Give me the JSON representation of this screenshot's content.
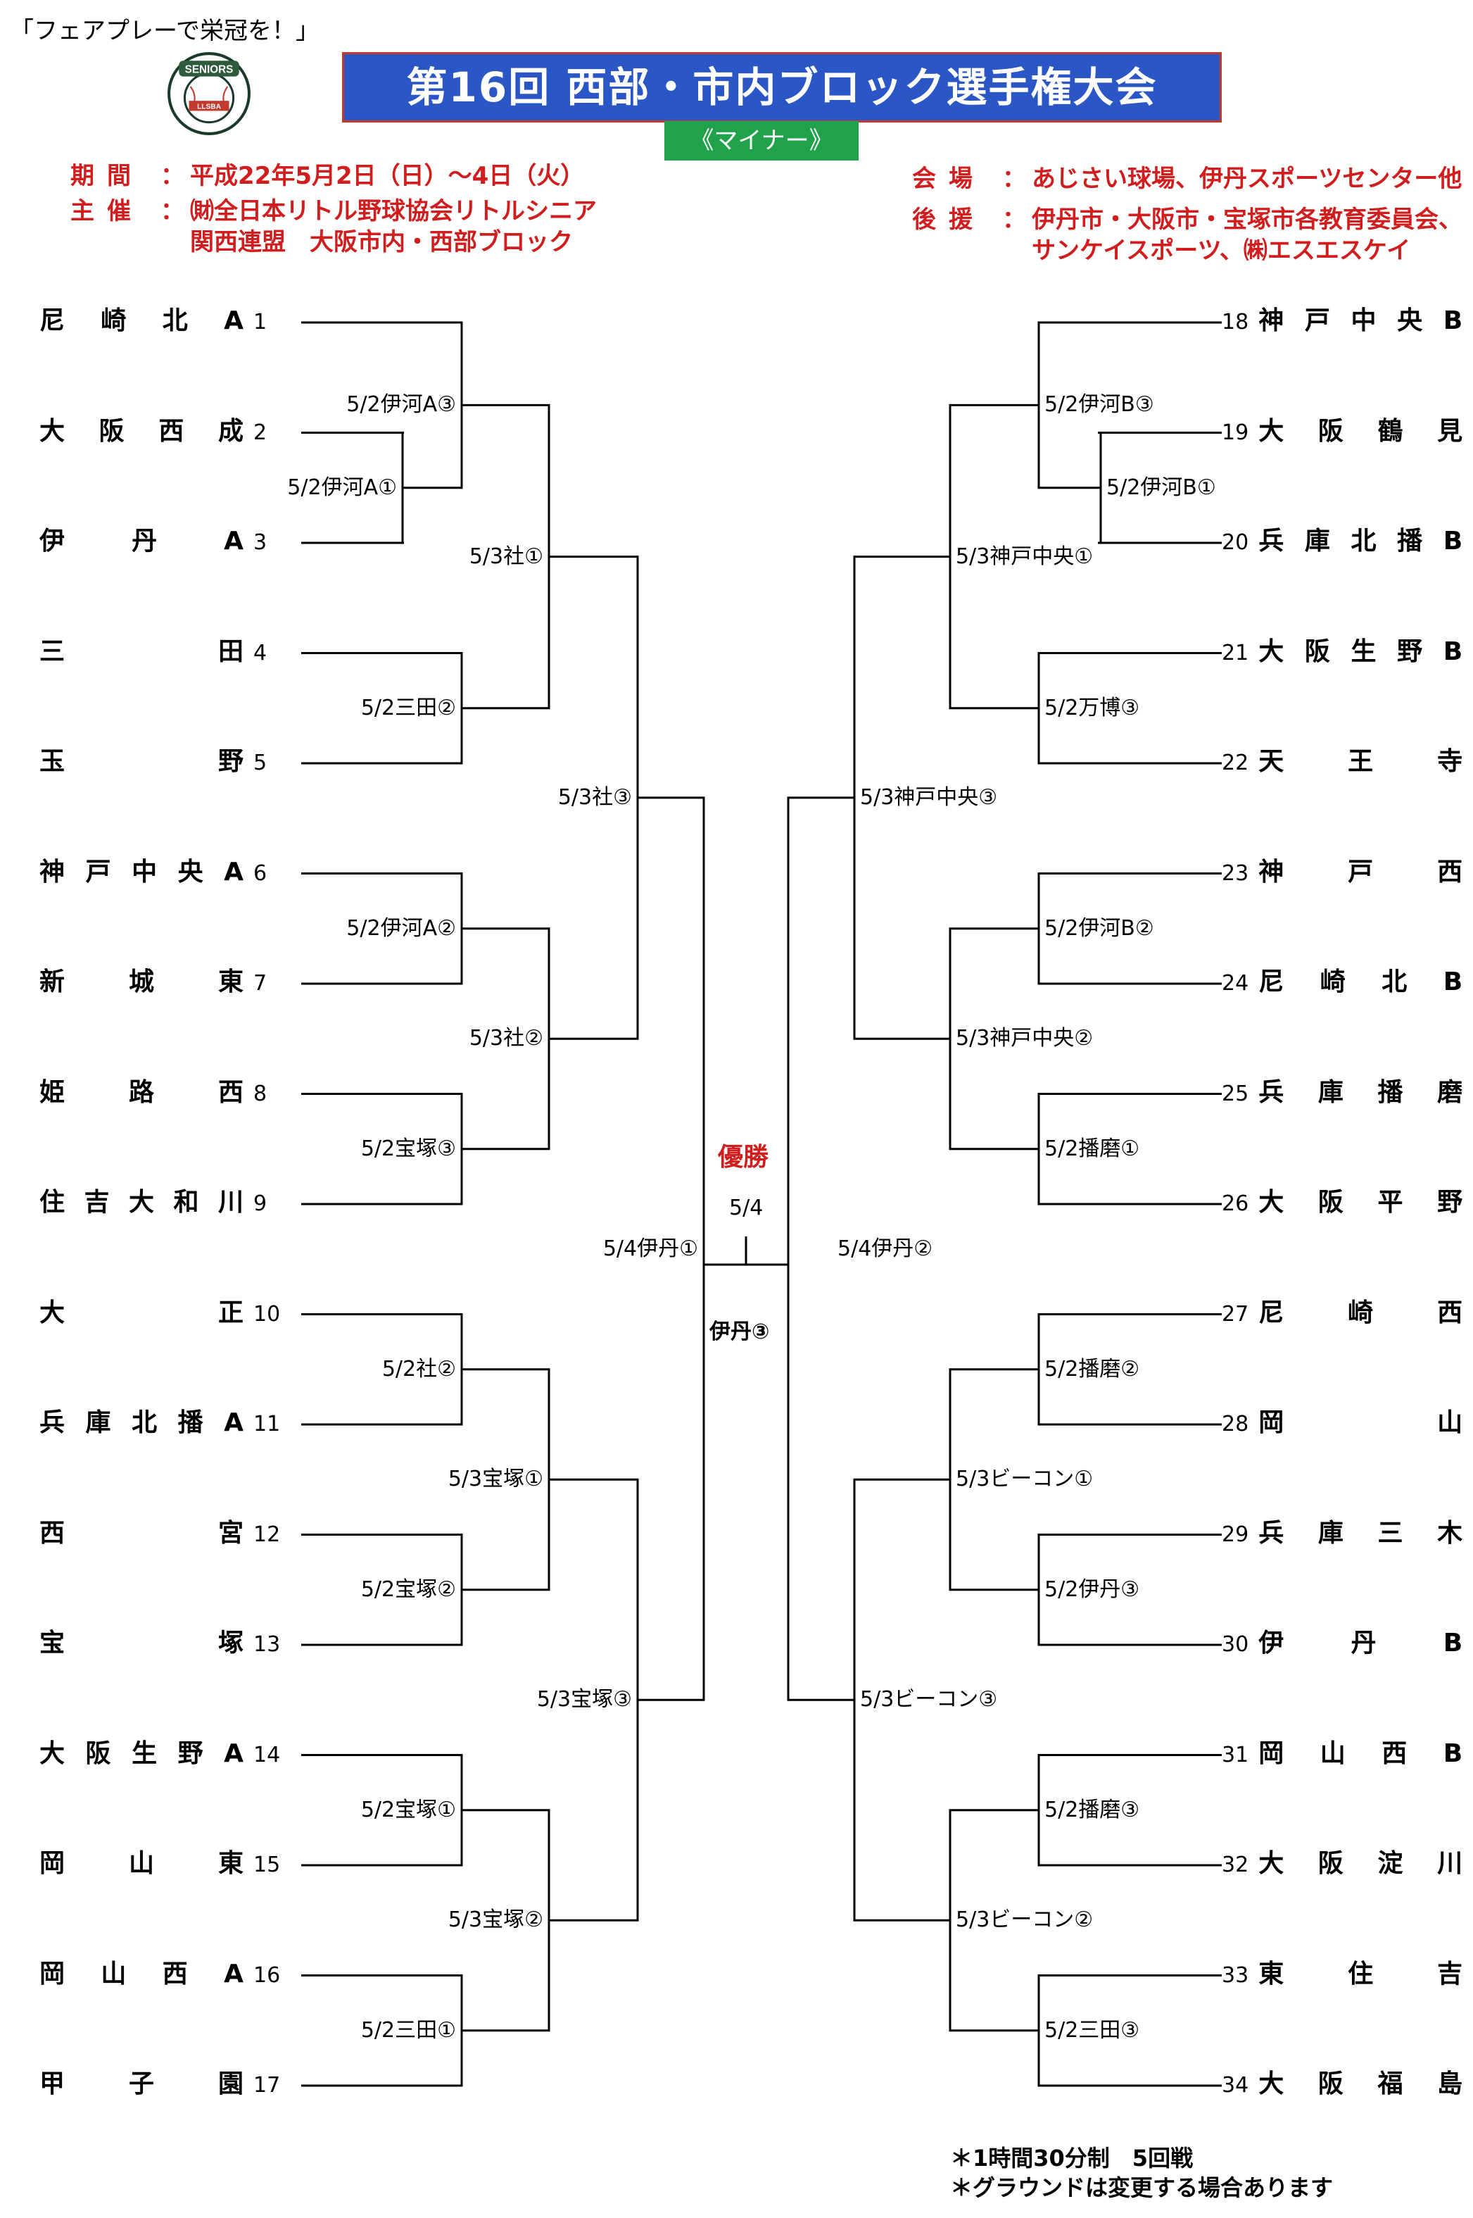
{
  "header": {
    "slogan": "「フェアプレーで栄冠を！」",
    "logo_text_top": "SENIORS",
    "logo_text_bottom": "LLSBA",
    "title": "第16回 西部・市内ブロック選手権大会",
    "subtitle": "《マイナー》"
  },
  "info": {
    "period_label": "期間",
    "period": "平成22年5月2日（日）～4日（火）",
    "host_label": "主催",
    "host_line1": "㈶全日本リトル野球協会リトルシニア",
    "host_line2": "関西連盟　大阪市内・西部ブロック",
    "venue_label": "会場",
    "venue": "あじさい球場、伊丹スポーツセンター他",
    "support_label": "後援",
    "support_line1": "伊丹市・大阪市・宝塚市各教育委員会、",
    "support_line2": "サンケイスポーツ、㈱エスエスケイ",
    "colon": "："
  },
  "teams_left": [
    {
      "num": "1",
      "chars": [
        "尼",
        "崎",
        "北",
        "A"
      ]
    },
    {
      "num": "2",
      "chars": [
        "大",
        "阪",
        "西",
        "成"
      ]
    },
    {
      "num": "3",
      "chars": [
        "伊",
        "丹",
        "A"
      ]
    },
    {
      "num": "4",
      "chars": [
        "三",
        "田"
      ]
    },
    {
      "num": "5",
      "chars": [
        "玉",
        "野"
      ]
    },
    {
      "num": "6",
      "chars": [
        "神",
        "戸",
        "中",
        "央",
        "A"
      ]
    },
    {
      "num": "7",
      "chars": [
        "新",
        "城",
        "東"
      ]
    },
    {
      "num": "8",
      "chars": [
        "姫",
        "路",
        "西"
      ]
    },
    {
      "num": "9",
      "chars": [
        "住",
        "吉",
        "大",
        "和",
        "川"
      ]
    },
    {
      "num": "10",
      "chars": [
        "大",
        "正"
      ]
    },
    {
      "num": "11",
      "chars": [
        "兵",
        "庫",
        "北",
        "播",
        "A"
      ]
    },
    {
      "num": "12",
      "chars": [
        "西",
        "宮"
      ]
    },
    {
      "num": "13",
      "chars": [
        "宝",
        "塚"
      ]
    },
    {
      "num": "14",
      "chars": [
        "大",
        "阪",
        "生",
        "野",
        "A"
      ]
    },
    {
      "num": "15",
      "chars": [
        "岡",
        "山",
        "東"
      ]
    },
    {
      "num": "16",
      "chars": [
        "岡",
        "山",
        "西",
        "A"
      ]
    },
    {
      "num": "17",
      "chars": [
        "甲",
        "子",
        "園"
      ]
    }
  ],
  "teams_right": [
    {
      "num": "18",
      "chars": [
        "神",
        "戸",
        "中",
        "央",
        "B"
      ]
    },
    {
      "num": "19",
      "chars": [
        "大",
        "阪",
        "鶴",
        "見"
      ]
    },
    {
      "num": "20",
      "chars": [
        "兵",
        "庫",
        "北",
        "播",
        "B"
      ]
    },
    {
      "num": "21",
      "chars": [
        "大",
        "阪",
        "生",
        "野",
        "B"
      ]
    },
    {
      "num": "22",
      "chars": [
        "天",
        "王",
        "寺"
      ]
    },
    {
      "num": "23",
      "chars": [
        "神",
        "戸",
        "西"
      ]
    },
    {
      "num": "24",
      "chars": [
        "尼",
        "崎",
        "北",
        "B"
      ]
    },
    {
      "num": "25",
      "chars": [
        "兵",
        "庫",
        "播",
        "磨"
      ]
    },
    {
      "num": "26",
      "chars": [
        "大",
        "阪",
        "平",
        "野"
      ]
    },
    {
      "num": "27",
      "chars": [
        "尼",
        "崎",
        "西"
      ]
    },
    {
      "num": "28",
      "chars": [
        "岡",
        "山"
      ]
    },
    {
      "num": "29",
      "chars": [
        "兵",
        "庫",
        "三",
        "木"
      ]
    },
    {
      "num": "30",
      "chars": [
        "伊",
        "丹",
        "B"
      ]
    },
    {
      "num": "31",
      "chars": [
        "岡",
        "山",
        "西",
        "B"
      ]
    },
    {
      "num": "32",
      "chars": [
        "大",
        "阪",
        "淀",
        "川"
      ]
    },
    {
      "num": "33",
      "chars": [
        "東",
        "住",
        "吉"
      ]
    },
    {
      "num": "34",
      "chars": [
        "大",
        "阪",
        "福",
        "島"
      ]
    }
  ],
  "games_left": [
    "5/2伊河A③",
    "5/2伊河A①",
    "5/3社①",
    "5/2三田②",
    "5/3社③",
    "5/2伊河A②",
    "5/3社②",
    "5/2宝塚③",
    "5/4伊丹①",
    "5/2社②",
    "5/3宝塚①",
    "5/2宝塚②",
    "5/3宝塚③",
    "5/2宝塚①",
    "5/3宝塚②",
    "5/2三田①"
  ],
  "games_right": [
    "5/2伊河B③",
    "5/2伊河B①",
    "5/3神戸中央①",
    "5/2万博③",
    "5/3神戸中央③",
    "5/2伊河B②",
    "5/3神戸中央②",
    "5/2播磨①",
    "5/4伊丹②",
    "5/2播磨②",
    "5/3ビーコン①",
    "5/2伊丹③",
    "5/3ビーコン③",
    "5/2播磨③",
    "5/3ビーコン②",
    "5/2三田③"
  ],
  "final": {
    "champion_label": "優勝",
    "date": "5/4",
    "venue": "伊丹③"
  },
  "notes": [
    "＊1時間30分制　5回戦",
    "＊グラウンドは変更する場合あります"
  ],
  "colors": {
    "title_bg": "#2a56c6",
    "subtitle_bg": "#1fa24a",
    "accent_red": "#d01d1d"
  }
}
